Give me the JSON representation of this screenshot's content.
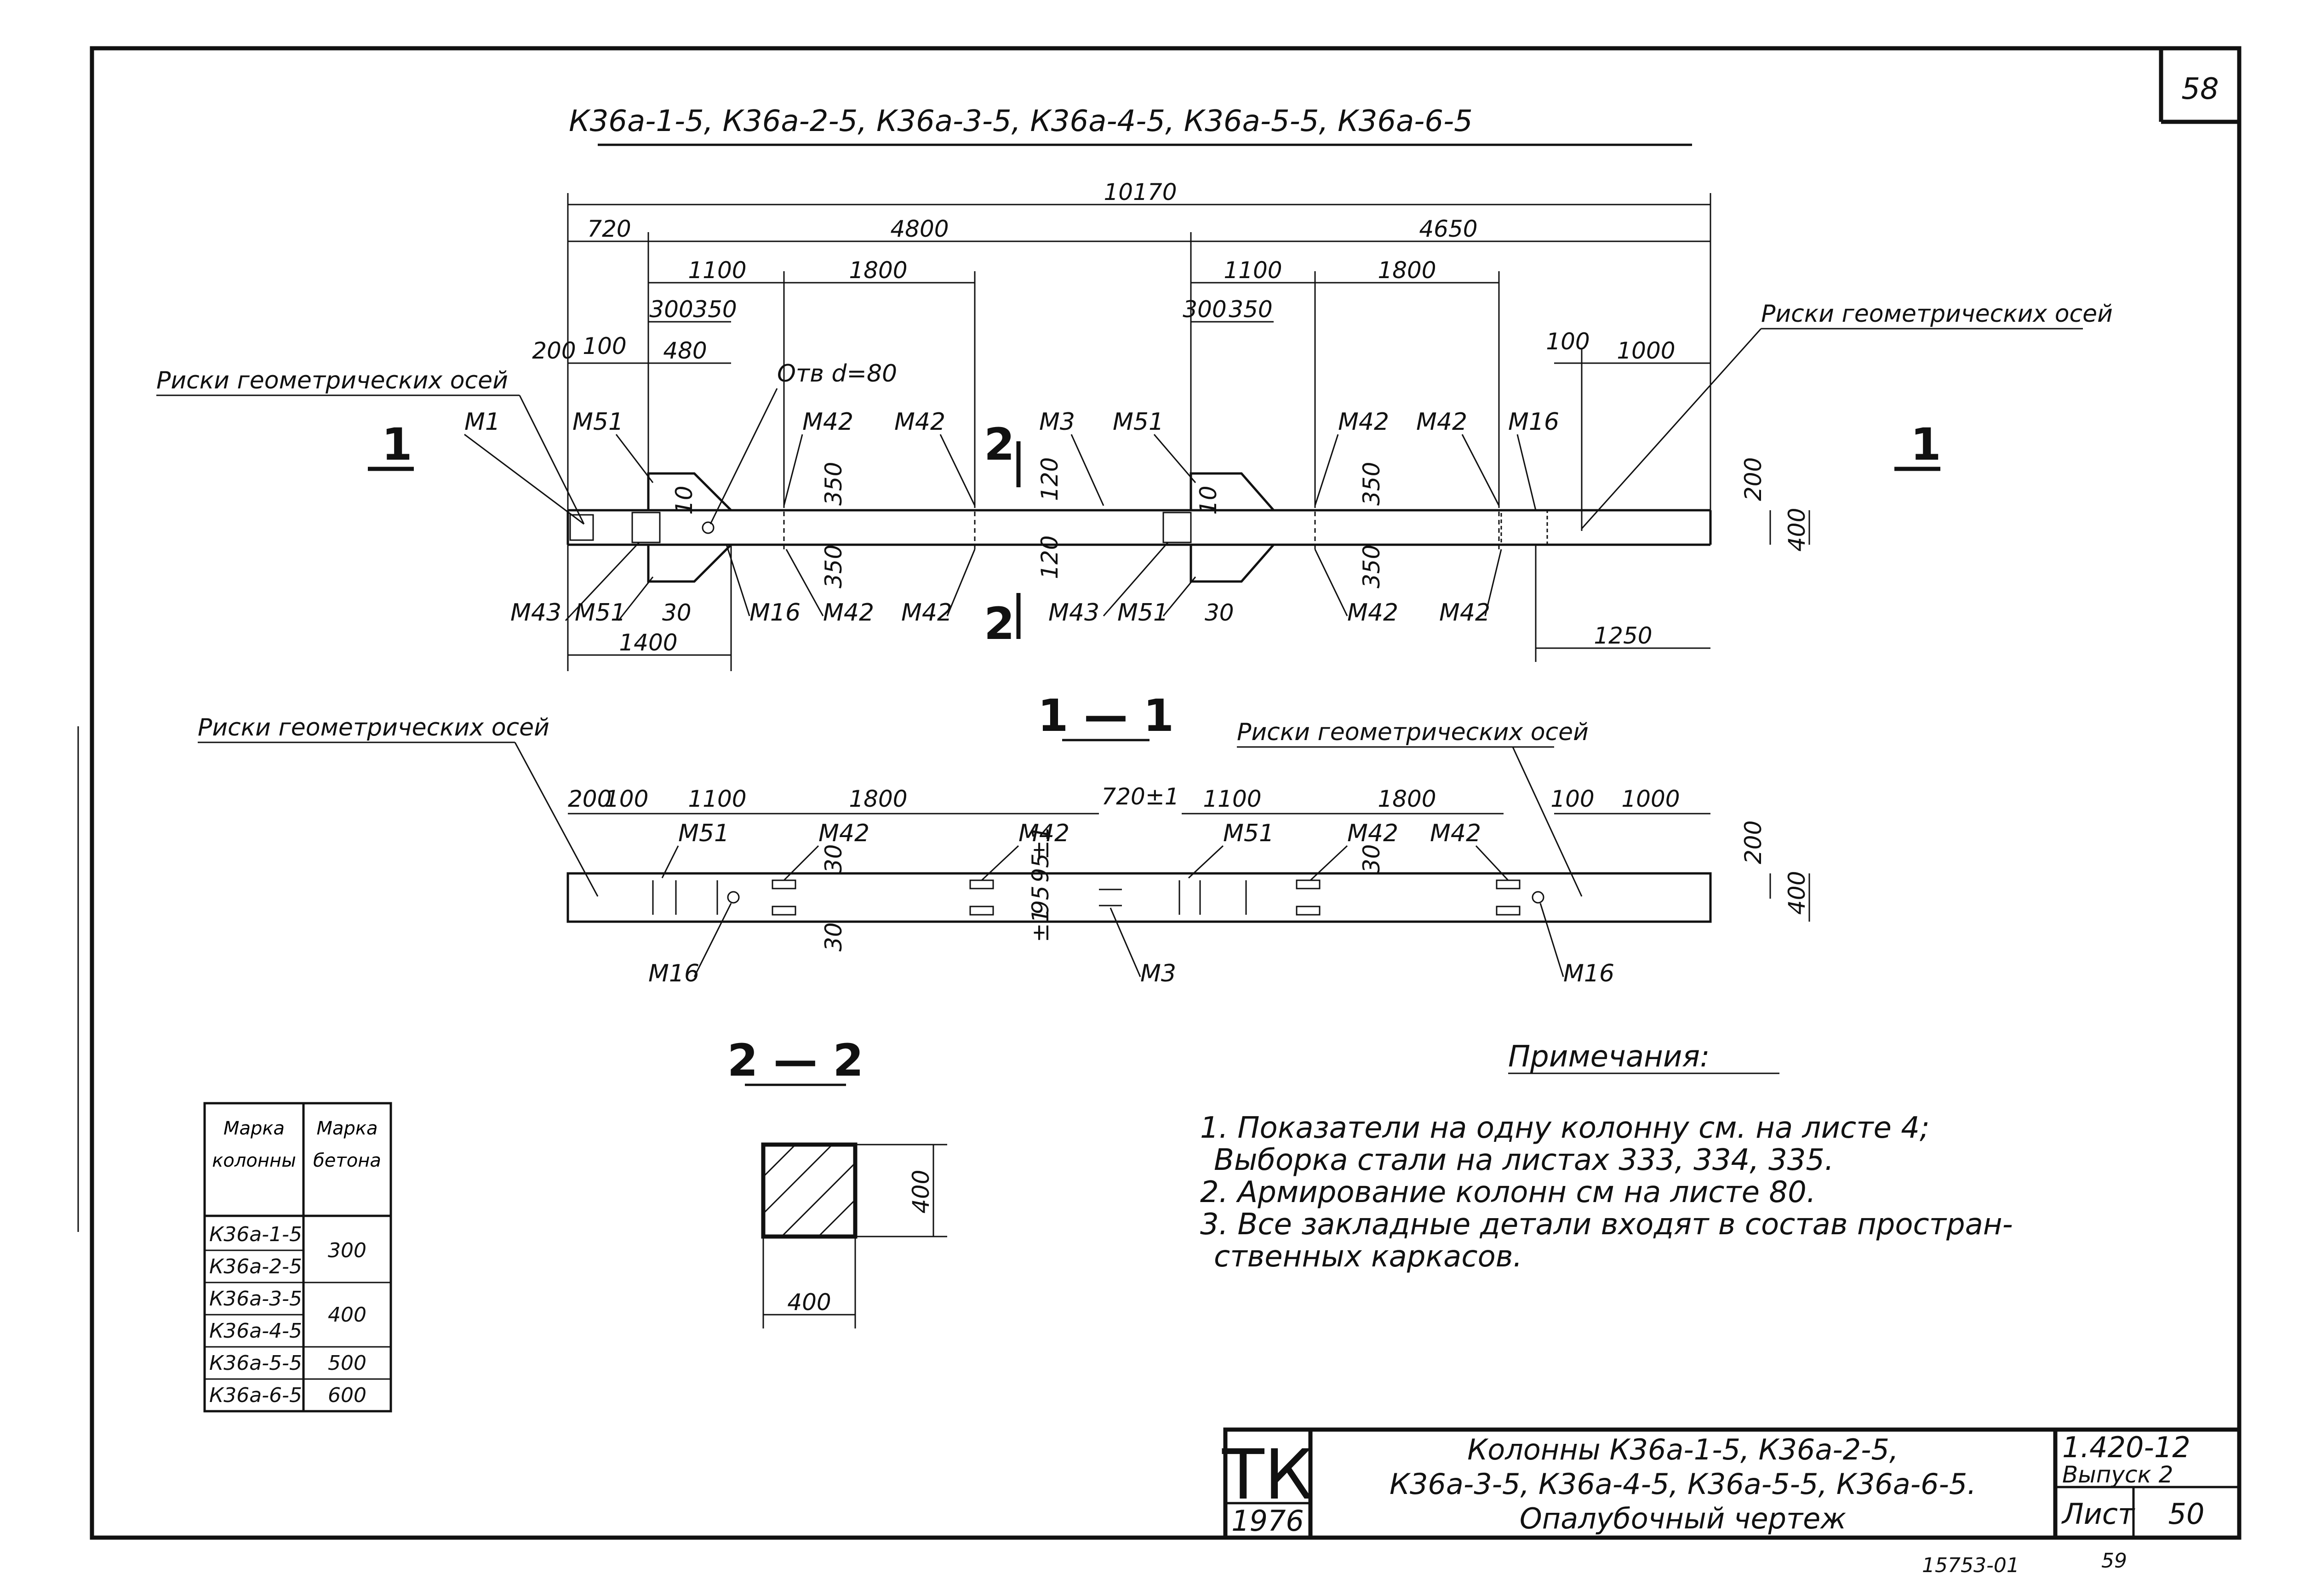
{
  "sheet_number": "58",
  "header_title": "К36а-1-5, К36а-2-5, К36а-3-5, К36а-4-5, К36а-5-5, К36а-6-5",
  "plan": {
    "total_length": "10170",
    "dims_top": [
      "720",
      "4800",
      "4650"
    ],
    "dims_second": [
      "1100",
      "1800",
      "1100",
      "1800"
    ],
    "dims_small": [
      "300",
      "350",
      "480",
      "300",
      "350",
      "200",
      "100",
      "100",
      "1000"
    ],
    "hole_label": "Отв d=80",
    "axis_label_left": "Риски геометрических осей",
    "axis_label_right": "Риски геометрических осей",
    "section_mark": "1",
    "section2_mark": "2",
    "height_dims": [
      "200",
      "400"
    ],
    "small_marks": [
      "10",
      "10",
      "120",
      "120",
      "350",
      "350",
      "350",
      "350",
      "30",
      "30"
    ],
    "bottom_dims": [
      "1400",
      "1250"
    ],
    "parts": [
      "М1",
      "М51",
      "М42",
      "М42",
      "М3",
      "М51",
      "М42",
      "М42",
      "М16",
      "М43",
      "М51",
      "М16",
      "М42",
      "М42",
      "М43",
      "М51",
      "М42",
      "М42"
    ]
  },
  "section11": {
    "title": "1 — 1",
    "axis_label_left": "Риски геометрических осей",
    "axis_label_right": "Риски геометрических осей",
    "dims": [
      "200",
      "100",
      "1100",
      "1800",
      "720±1",
      "1100",
      "1800",
      "100",
      "1000"
    ],
    "parts": [
      "М51",
      "М42",
      "М42",
      "М51",
      "М42",
      "М42",
      "М16",
      "М3",
      "М16"
    ],
    "side_dims": [
      "30",
      "30",
      "±1",
      "95",
      "95",
      "±1",
      "30"
    ],
    "height_dims": [
      "200",
      "400"
    ]
  },
  "section22": {
    "title": "2 — 2",
    "width": "400",
    "height": "400"
  },
  "concrete_table": {
    "headers": [
      "Марка колонны",
      "Марка бетона"
    ],
    "rows": [
      [
        "К36а-1-5",
        "300"
      ],
      [
        "К36а-2-5",
        ""
      ],
      [
        "К36а-3-5",
        "400"
      ],
      [
        "К36а-4-5",
        ""
      ],
      [
        "К36а-5-5",
        "500"
      ],
      [
        "К36а-6-5",
        "600"
      ]
    ]
  },
  "notes": {
    "title": "Примечания:",
    "lines": [
      "1. Показатели на одну колонну см. на листе 4;",
      "Выборка стали на листах 333, 334, 335.",
      "2. Армирование колонн см на листе 80.",
      "3. Все закладные детали входят в состав простран-",
      "ственных каркасов."
    ]
  },
  "title_block": {
    "org": "ТК",
    "year": "1976",
    "line1": "Колонны К36а-1-5, К36а-2-5,",
    "line2": "К36а-3-5, К36а-4-5, К36а-5-5, К36а-6-5.",
    "line3": "Опалубочный чертеж",
    "series": "1.420-12",
    "issue": "Выпуск 2",
    "sheet_label": "Лист",
    "sheet": "50"
  },
  "footer": {
    "code": "15753-01",
    "page": "59"
  }
}
